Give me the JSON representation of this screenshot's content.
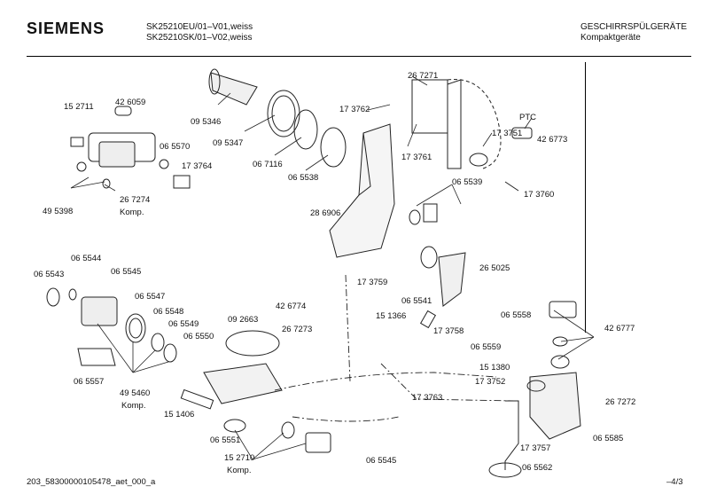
{
  "header": {
    "brand": "SIEMENS",
    "model_line1": "SK25210EU/01–V01,weiss",
    "model_line2": "SK25210SK/01–V02,weiss",
    "category": "GESCHIRRSPÜLGERÄTE",
    "subcategory": "Kompaktgeräte"
  },
  "parts": [
    "15 2711",
    "42 6059",
    "06 5570",
    "17 3764",
    "49 5398",
    "26 7274",
    "Komp.",
    "09 5346",
    "09 5347",
    "06 7116",
    "06 5538",
    "26 7271",
    "17 3762",
    "17 3761",
    "PTC",
    "17 3751",
    "42 6773",
    "17 3760",
    "06 5539",
    "28 6906",
    "06 5544",
    "06 5543",
    "06 5545",
    "06 5547",
    "06 5548",
    "06 5549",
    "06 5550",
    "06 5557",
    "49 5460",
    "Komp.",
    "09 2663",
    "42 6774",
    "26 7273",
    "15 1406",
    "06 5551",
    "15 2710",
    "Komp.",
    "06 5545",
    "17 3759",
    "06 5541",
    "15 1366",
    "26 5025",
    "17 3758",
    "17 3763",
    "06 5558",
    "42 6777",
    "06 5559",
    "15 1380",
    "17 3752",
    "26 7272",
    "17 3757",
    "06 5585",
    "06 5562"
  ],
  "footer": {
    "doc_id": "203_58300000105478_aet_000_a",
    "page": "–4/3"
  }
}
